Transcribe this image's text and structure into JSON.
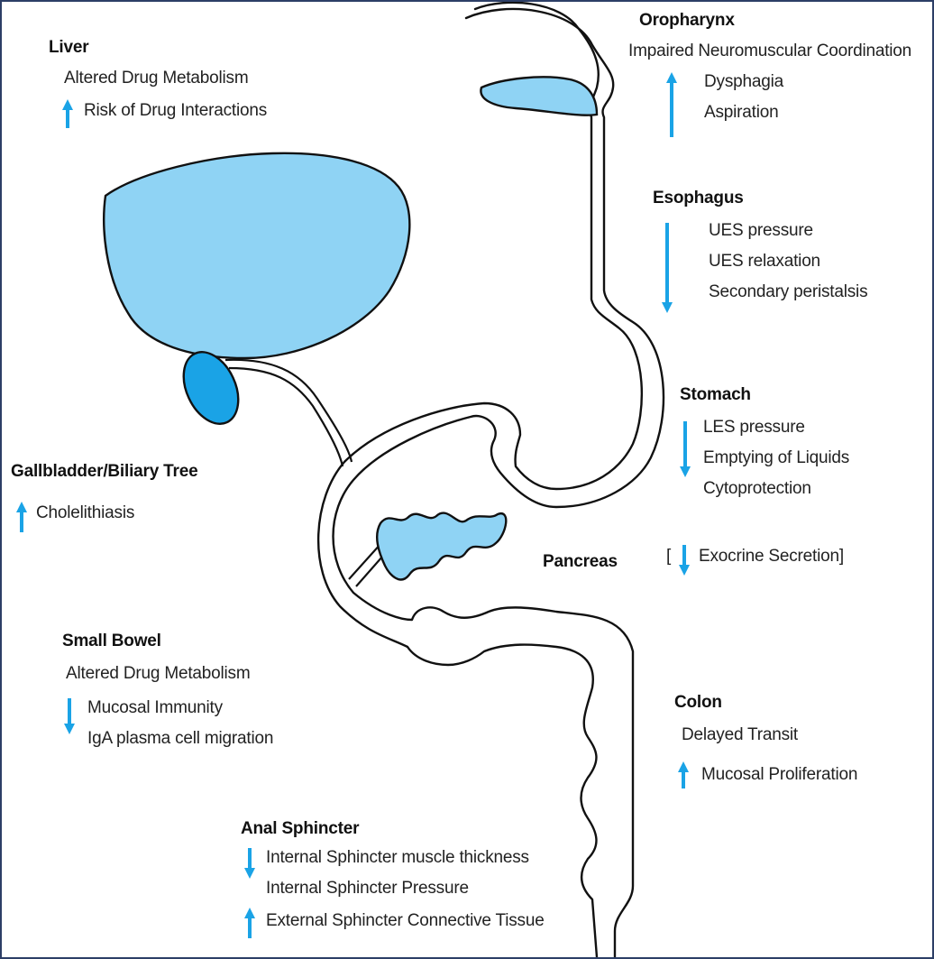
{
  "colors": {
    "organ_fill": "#8fd3f4",
    "gallbladder_fill": "#1aa3e6",
    "arrow_color": "#1aa3e6",
    "outline": "#111111",
    "frame": "#2c3e66"
  },
  "labels": {
    "liver": {
      "title": "Liver",
      "items": [
        {
          "arrow": "none",
          "lines": [
            "Altered Drug Metabolism"
          ]
        },
        {
          "arrow": "up",
          "lines": [
            "Risk of Drug Interactions"
          ]
        }
      ]
    },
    "oropharynx": {
      "title": "Oropharynx",
      "items": [
        {
          "arrow": "none",
          "lines": [
            "Impaired Neuromuscular Coordination"
          ]
        },
        {
          "arrow": "up",
          "lines": [
            "Dysphagia",
            "Aspiration"
          ]
        }
      ]
    },
    "esophagus": {
      "title": "Esophagus",
      "items": [
        {
          "arrow": "down",
          "lines": [
            "UES pressure",
            "UES relaxation",
            "Secondary peristalsis"
          ]
        }
      ]
    },
    "stomach": {
      "title": "Stomach",
      "items": [
        {
          "arrow": "down",
          "lines": [
            "LES pressure",
            "Emptying of Liquids",
            "Cytoprotection"
          ]
        }
      ]
    },
    "gallbladder": {
      "title": "Gallbladder/Biliary Tree",
      "items": [
        {
          "arrow": "up",
          "lines": [
            "Cholelithiasis"
          ]
        }
      ]
    },
    "pancreas": {
      "title": "Pancreas",
      "bracket_open": "[",
      "finding": "Exocrine Secretion]",
      "arrow": "down"
    },
    "small_bowel": {
      "title": "Small Bowel",
      "items": [
        {
          "arrow": "none",
          "lines": [
            "Altered Drug Metabolism"
          ]
        },
        {
          "arrow": "down",
          "lines": [
            "Mucosal Immunity",
            "IgA plasma cell migration"
          ]
        }
      ]
    },
    "colon": {
      "title": "Colon",
      "items": [
        {
          "arrow": "none",
          "lines": [
            "Delayed Transit"
          ]
        },
        {
          "arrow": "up",
          "lines": [
            "Mucosal Proliferation"
          ]
        }
      ]
    },
    "anal_sphincter": {
      "title": "Anal Sphincter",
      "items": [
        {
          "arrow": "down",
          "lines": [
            "Internal Sphincter muscle thickness",
            "Internal Sphincter Pressure"
          ]
        },
        {
          "arrow": "up",
          "lines": [
            "External Sphincter Connective Tissue"
          ]
        }
      ]
    }
  }
}
